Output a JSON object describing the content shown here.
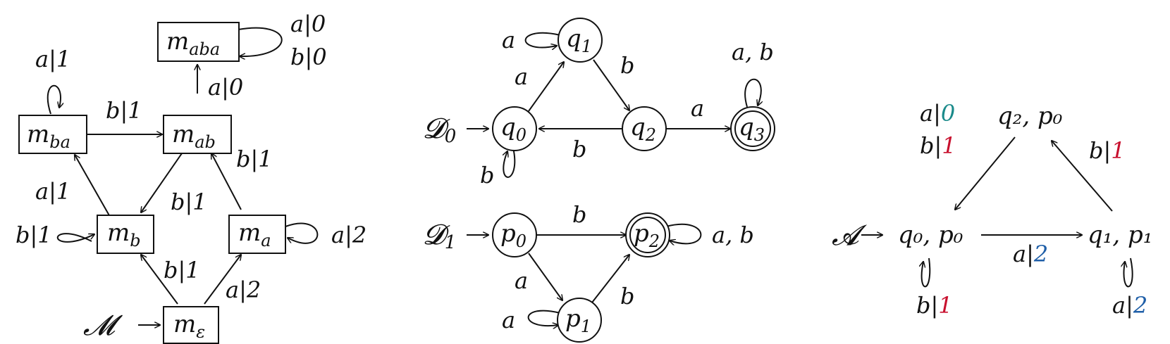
{
  "colors": {
    "ink": "#111111",
    "teal": "#1a8a8a",
    "red": "#c8102e",
    "blue": "#1f5fa8"
  },
  "machine_M": {
    "name": "𝓜",
    "states": {
      "m_eps": {
        "base": "m",
        "sub": "ε"
      },
      "m_a": {
        "base": "m",
        "sub": "a"
      },
      "m_b": {
        "base": "m",
        "sub": "b"
      },
      "m_ab": {
        "base": "m",
        "sub": "ab"
      },
      "m_ba": {
        "base": "m",
        "sub": "ba"
      },
      "m_aba": {
        "base": "m",
        "sub": "aba"
      }
    },
    "labels": {
      "aba_loop_a": "a|0",
      "aba_loop_b": "b|0",
      "ab_to_aba": "a|0",
      "ba_loop": "a|1",
      "ba_to_ab": "b|1",
      "a_to_ab": "b|1",
      "b_to_ba": "a|1",
      "ab_to_b": "b|1",
      "b_loop": "b|1",
      "a_loop": "a|2",
      "eps_to_b": "b|1",
      "eps_to_a": "a|2"
    }
  },
  "dfa_D0": {
    "name": "𝓓",
    "name_sub": "0",
    "states": {
      "q0": {
        "base": "q",
        "sub": "0"
      },
      "q1": {
        "base": "q",
        "sub": "1"
      },
      "q2": {
        "base": "q",
        "sub": "2"
      },
      "q3": {
        "base": "q",
        "sub": "3"
      }
    },
    "labels": {
      "q1_loop": "a",
      "q0_to_q1": "a",
      "q1_to_q2": "b",
      "q3_loop": "a, b",
      "q2_to_q3": "a",
      "q2_to_q0": "b",
      "q0_loop": "b"
    }
  },
  "dfa_D1": {
    "name": "𝓓",
    "name_sub": "1",
    "states": {
      "p0": {
        "base": "p",
        "sub": "0"
      },
      "p1": {
        "base": "p",
        "sub": "1"
      },
      "p2": {
        "base": "p",
        "sub": "2"
      }
    },
    "labels": {
      "p0_to_p2": "b",
      "p2_loop": "a, b",
      "p0_to_p1": "a",
      "p1_to_p2": "b",
      "p1_loop": "a"
    }
  },
  "product_A": {
    "name": "𝓐",
    "states": {
      "top": "q₂, p₀",
      "left": "q₀, p₀",
      "right": "q₁, p₁"
    },
    "labels": {
      "top_a_sym": "a|",
      "top_a_out": "0",
      "top_b_sym": "b|",
      "top_b_out": "1",
      "right_to_top_sym": "b|",
      "right_to_top_out": "1",
      "left_to_right_sym": "a|",
      "left_to_right_out": "2",
      "left_loop_sym": "b|",
      "left_loop_out": "1",
      "right_loop_sym": "a|",
      "right_loop_out": "2"
    }
  }
}
